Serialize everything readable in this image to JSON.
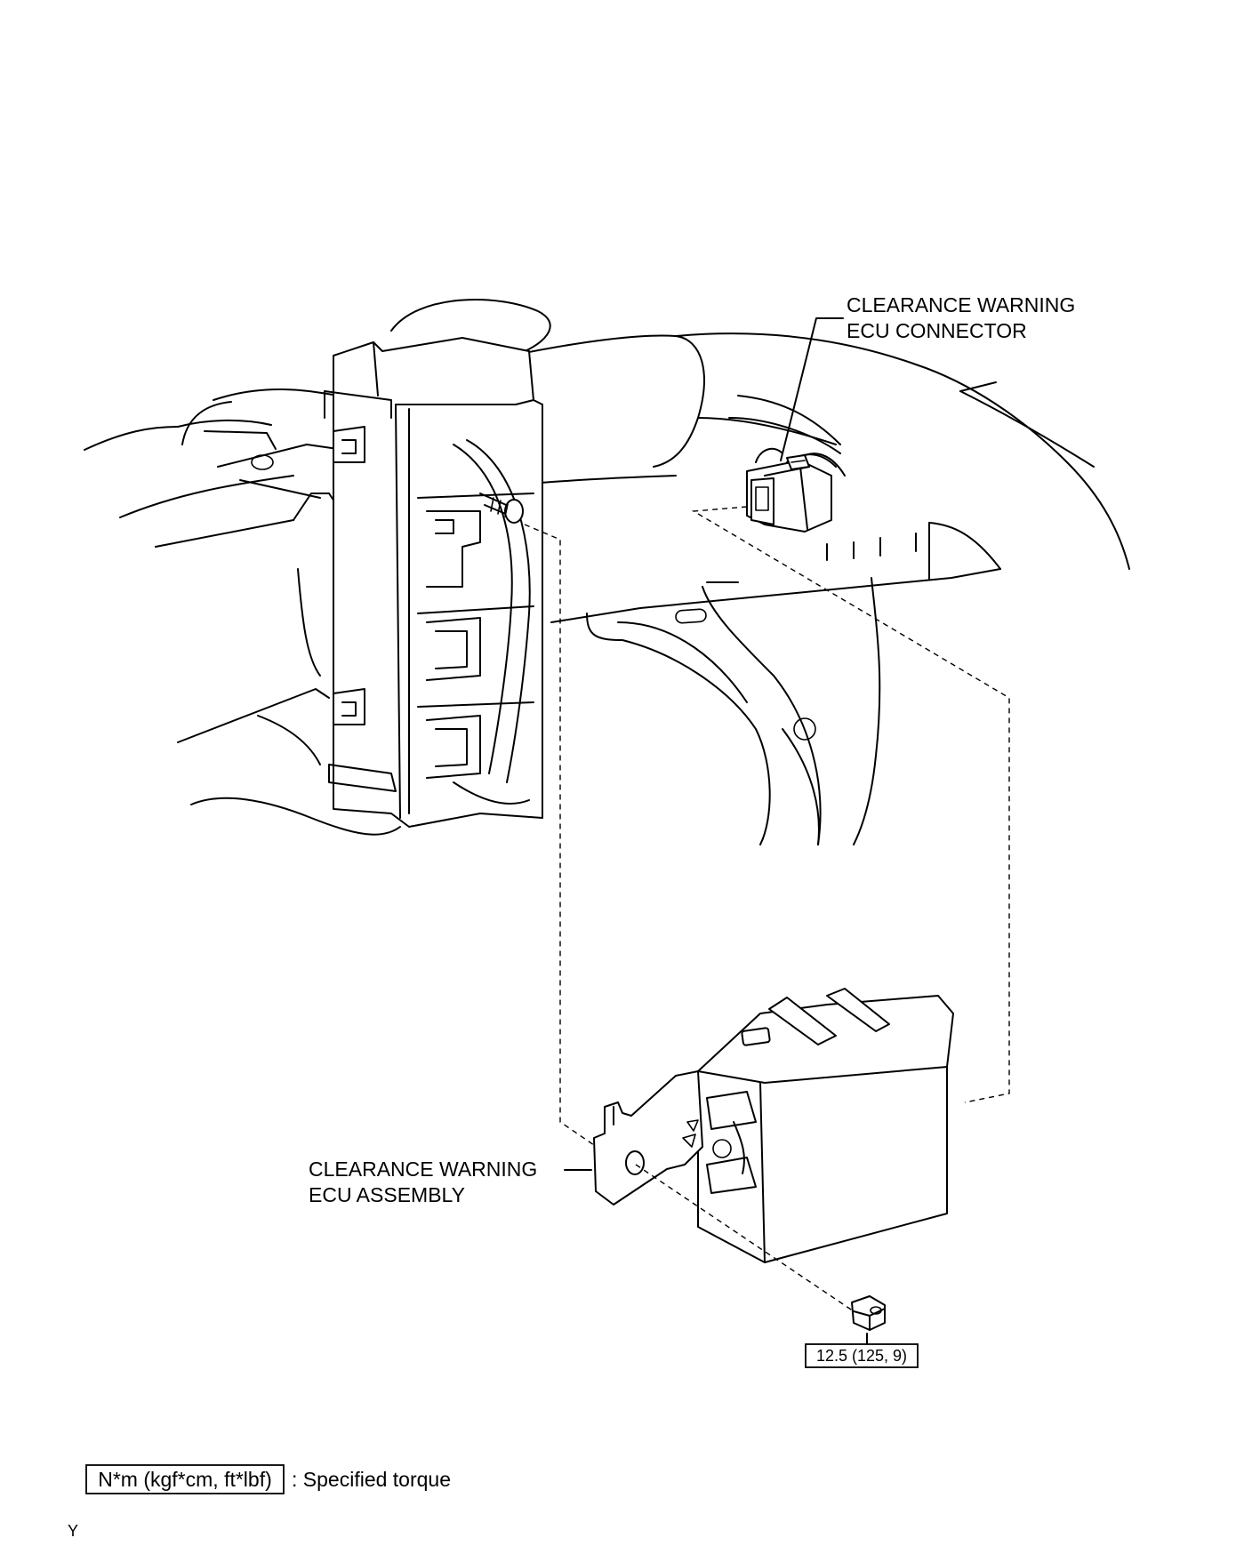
{
  "labels": {
    "connector_line1": "CLEARANCE WARNING",
    "connector_line2": "ECU CONNECTOR",
    "assembly_line1": "CLEARANCE WARNING",
    "assembly_line2": "ECU ASSEMBLY",
    "torque_value": "12.5 (125, 9)"
  },
  "legend": {
    "unit_box": "N*m (kgf*cm, ft*lbf)",
    "description": ": Specified torque"
  },
  "footer": {
    "code": "Y"
  }
}
